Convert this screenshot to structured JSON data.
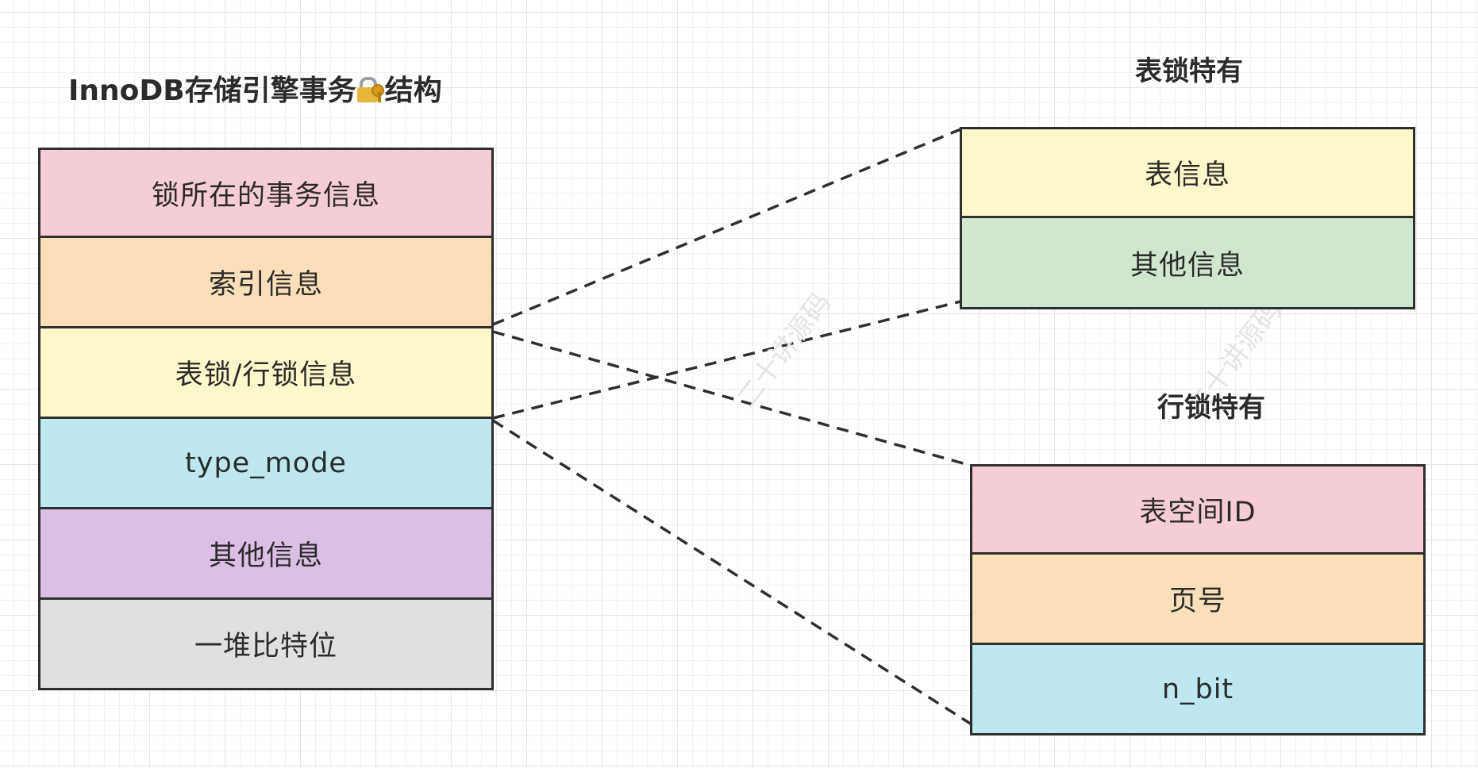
{
  "diagram": {
    "main_title_prefix": "InnoDB存储引擎事务",
    "main_title_suffix": "结构",
    "main_title_icon": "lock-with-key-icon",
    "main_stack": [
      {
        "label": "锁所在的事务信息",
        "color": "#f6cdd5"
      },
      {
        "label": "索引信息",
        "color": "#fae0b8"
      },
      {
        "label": "表锁/行锁信息",
        "color": "#fdf8ca"
      },
      {
        "label": "type_mode",
        "color": "#bfe7ef"
      },
      {
        "label": "其他信息",
        "color": "#dbc0e4"
      },
      {
        "label": "一堆比特位",
        "color": "#e0e0e0"
      }
    ],
    "table_lock": {
      "title": "表锁特有",
      "items": [
        {
          "label": "表信息",
          "color": "#fdf8ca"
        },
        {
          "label": "其他信息",
          "color": "#d0e6cf"
        }
      ]
    },
    "row_lock": {
      "title": "行锁特有",
      "items": [
        {
          "label": "表空间ID",
          "color": "#f6cdd5"
        },
        {
          "label": "页号",
          "color": "#fae0b8"
        },
        {
          "label": "n_bit",
          "color": "#bfe7ef"
        }
      ]
    },
    "watermark": "二十讲源码",
    "line_color": "#2f2f2f"
  }
}
